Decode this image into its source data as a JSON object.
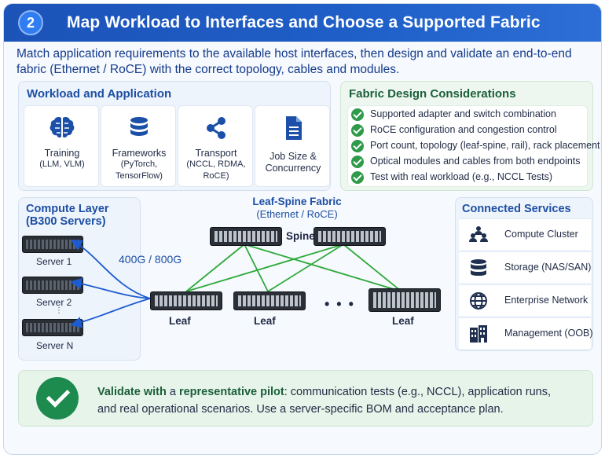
{
  "header": {
    "step": "2",
    "title": "Map Workload to Interfaces and Choose a Supported Fabric"
  },
  "intro": "Match application requirements to the available host interfaces, then design and validate an end-to-end fabric (Ethernet / RoCE) with the correct topology, cables and modules.",
  "workload": {
    "title": "Workload and Application",
    "cards": [
      {
        "icon": "brain-icon",
        "label": "Training",
        "sub": "(LLM, VLM)"
      },
      {
        "icon": "database-icon",
        "label": "Frameworks",
        "sub": "(PyTorch, TensorFlow)"
      },
      {
        "icon": "share-nodes-icon",
        "label": "Transport",
        "sub": "(NCCL, RDMA, RoCE)"
      },
      {
        "icon": "document-icon",
        "label": "Job Size &",
        "sub": "Concurrency"
      }
    ]
  },
  "fabric_design": {
    "title": "Fabric Design Considerations",
    "items": [
      "Supported adapter and switch combination",
      "RoCE configuration and congestion control",
      "Port count, topology (leaf-spine, rail), rack placement",
      "Optical modules and cables from both endpoints",
      "Test with real workload (e.g., NCCL Tests)"
    ]
  },
  "compute": {
    "title_line1": "Compute Layer",
    "title_line2": "(B300 Servers)",
    "servers": [
      "Server 1",
      "Server 2",
      "Server N"
    ],
    "link_speed": "400G / 800G"
  },
  "fabric": {
    "title": "Leaf-Spine Fabric",
    "subtitle": "(Ethernet / RoCE)",
    "spine_label": "Spine",
    "leaf_labels": [
      "Leaf",
      "Leaf",
      "Leaf"
    ],
    "ellipsis": "• • •"
  },
  "services": {
    "title": "Connected Services",
    "items": [
      {
        "icon": "people-icon",
        "label": "Compute Cluster"
      },
      {
        "icon": "storage-icon",
        "label": "Storage (NAS/SAN)"
      },
      {
        "icon": "globe-icon",
        "label": "Enterprise Network"
      },
      {
        "icon": "building-icon",
        "label": "Management (OOB)"
      }
    ]
  },
  "validate": {
    "bold1": "Validate with",
    "mid1": " a ",
    "bold2": "representative pilot",
    "rest1": ": communication tests (e.g., NCCL), application runs,",
    "line2": "and real operational scenarios. Use a server-specific BOM and acceptance plan."
  },
  "colors": {
    "header": "#1f5fc8",
    "accent_blue": "#1d4fa3",
    "green": "#2e9a4a",
    "link_green": "#2eaa3c"
  }
}
